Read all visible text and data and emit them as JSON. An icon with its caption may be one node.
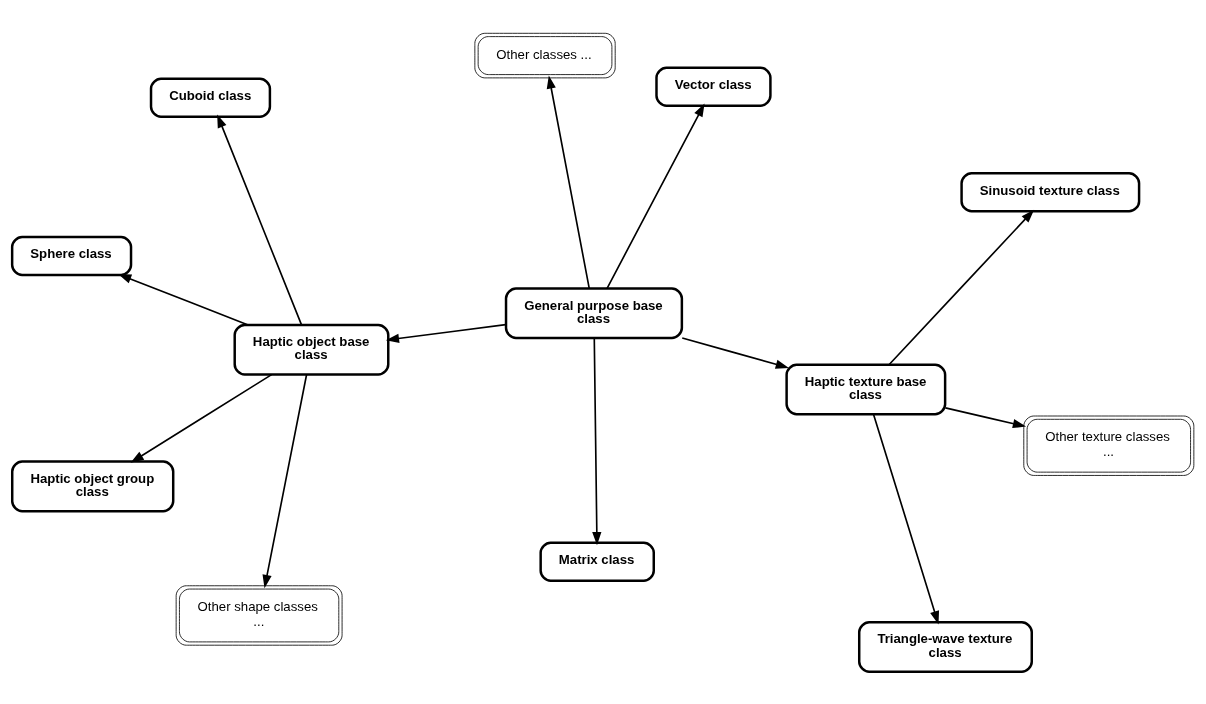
{
  "diagram": {
    "nodes": [
      {
        "text": [
          "Sphere class"
        ]
      },
      {
        "text": [
          "Vector class"
        ]
      },
      {
        "text": [
          "Matrix class"
        ]
      },
      {
        "text": [
          "Cuboid class"
        ]
      },
      {
        "text": [
          "Sinusoid texture class"
        ]
      },
      {
        "text": [
          "Haptic object base class"
        ]
      },
      {
        "text": [
          "Haptic object group class"
        ]
      },
      {
        "text": [
          "Haptic texture base class"
        ]
      },
      {
        "text": [
          "Other shape classes ..."
        ]
      },
      {
        "text": [
          "General purpose base class"
        ]
      },
      {
        "text": [
          "Triangle-wave texture class"
        ]
      },
      {
        "text": [
          "Other classes ..."
        ]
      },
      {
        "text": [
          "Other texture classes ..."
        ]
      }
    ],
    "edges": [
      {
        "from": 9,
        "to": 5,
        "arrow": "to"
      },
      {
        "from": 9,
        "to": 2,
        "arrow": "to"
      },
      {
        "from": 9,
        "to": 1,
        "arrow": "to"
      },
      {
        "from": 9,
        "to": 7,
        "arrow": "to"
      },
      {
        "from": 9,
        "to": 11,
        "arrow": "to"
      },
      {
        "from": 5,
        "to": 0,
        "arrow": "to"
      },
      {
        "from": 5,
        "to": 3,
        "arrow": "to"
      },
      {
        "from": 5,
        "to": 6,
        "arrow": "to"
      },
      {
        "from": 5,
        "to": 8,
        "arrow": "to"
      },
      {
        "from": 7,
        "to": 4,
        "arrow": "to"
      },
      {
        "from": 7,
        "to": 10,
        "arrow": "to"
      },
      {
        "from": 7,
        "to": 12,
        "arrow": "to"
      }
    ]
  }
}
